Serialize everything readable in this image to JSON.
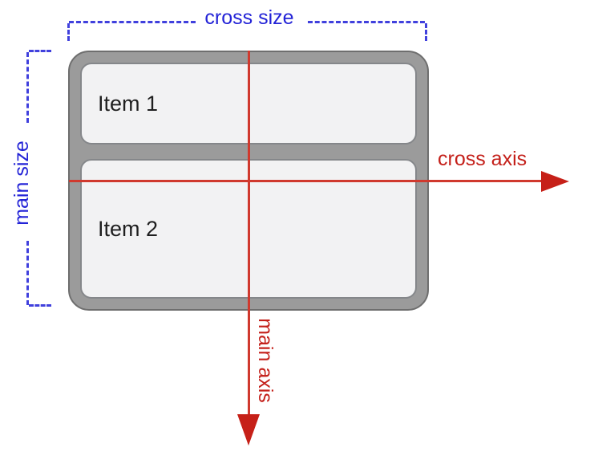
{
  "labels": {
    "cross_size": "cross size",
    "main_size": "main size",
    "cross_axis": "cross axis",
    "main_axis": "main axis"
  },
  "container": {
    "items": [
      {
        "label": "Item 1"
      },
      {
        "label": "Item 2"
      }
    ]
  },
  "colors": {
    "background": "#ffffff",
    "blue_text": "#2323d7",
    "blue_dash": "#4040dd",
    "red_text": "#c4201a",
    "red_line": "#d0392e",
    "red_arrow": "#c62018",
    "container_fill": "#9b9b9b",
    "container_border": "#6e6e6e",
    "item_fill": "#f2f2f3",
    "item_border": "#85878a",
    "item_text": "#1f1f1f"
  }
}
